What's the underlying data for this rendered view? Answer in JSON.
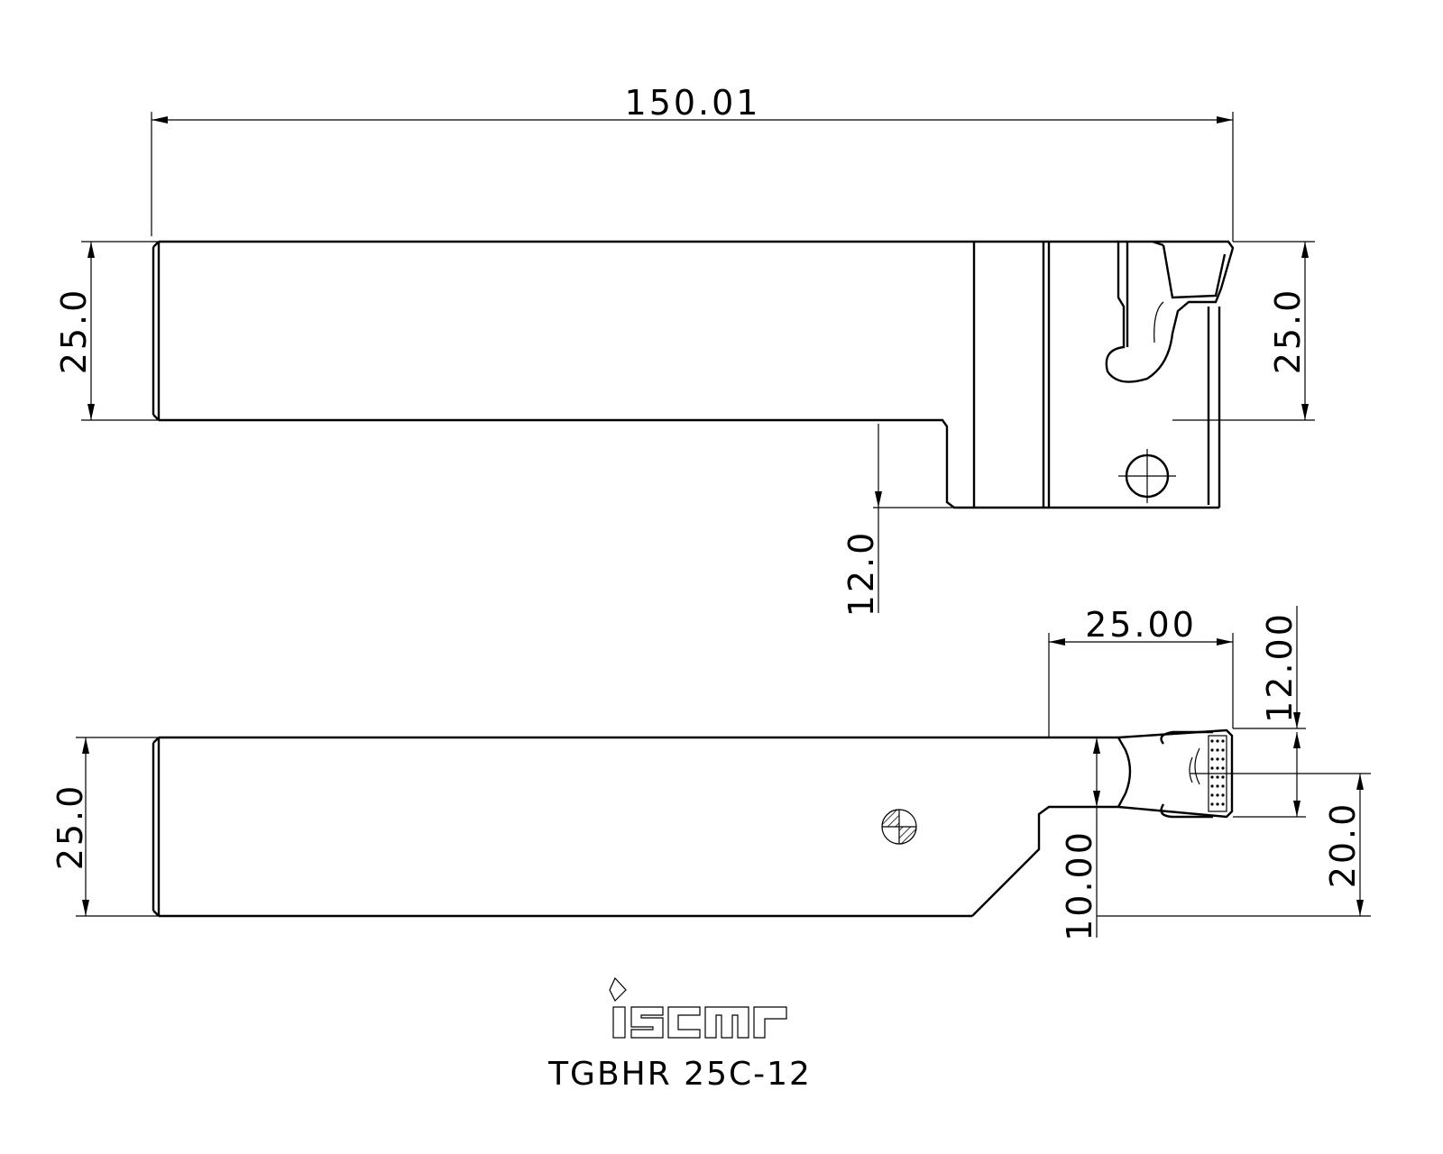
{
  "drawing": {
    "top_view": {
      "overall_length": "150.01",
      "shank_height_left": "25.0",
      "head_height_right": "25.0",
      "head_offset": "12.0"
    },
    "side_view": {
      "head_length": "25.00",
      "max_cut_depth": "12.00",
      "shank_height": "25.0",
      "insert_offset": "10.00",
      "center_height": "20.0"
    }
  },
  "logo": {
    "brand": "iscar"
  },
  "caption": {
    "part_number": "TGBHR 25C-12"
  }
}
